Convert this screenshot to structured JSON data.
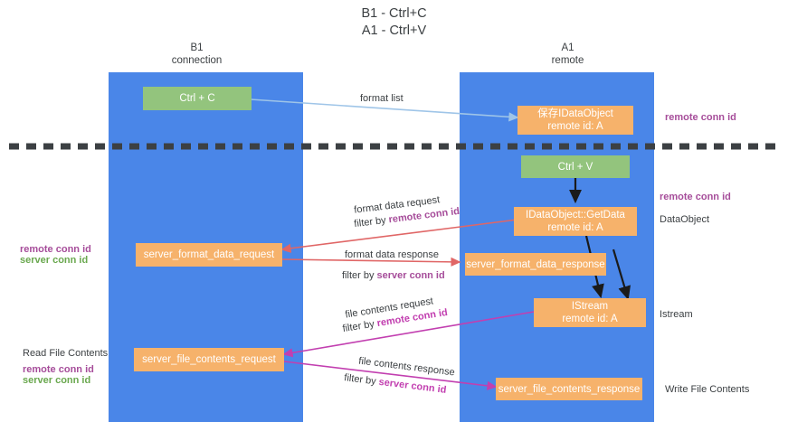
{
  "title": {
    "line1": "B1 - Ctrl+C",
    "line2": "A1 - Ctrl+V"
  },
  "lanes": [
    {
      "name": "B1",
      "sub": "connection"
    },
    {
      "name": "A1",
      "sub": "remote"
    }
  ],
  "boxes": {
    "ctrl_c": "Ctrl + C",
    "ctrl_v": "Ctrl + V",
    "store_idataobject_l1": "保存IDataObject",
    "store_idataobject_l2": "remote id: A",
    "getdata_l1": "IDataObject::GetData",
    "getdata_l2": "remote id: A",
    "istream_l1": "IStream",
    "istream_l2": "remote id: A",
    "server_format_data_request": "server_format_data_request",
    "server_format_data_response": "server_format_data_response",
    "server_file_contents_request": "server_file_contents_request",
    "server_file_contents_response": "server_file_contents_response"
  },
  "edge_labels": {
    "format_list": "format list",
    "format_data_request": "format data request",
    "format_data_request_filter_pre": "filter by ",
    "format_data_request_filter_key": "remote conn id",
    "format_data_response": "format data response",
    "format_data_response_filter_pre": "filter by ",
    "format_data_response_filter_key": "server conn id",
    "file_contents_request": "file contents request",
    "file_contents_request_filter_pre": "filter by ",
    "file_contents_request_filter_key": "remote conn id",
    "file_contents_response": "file contents response",
    "file_contents_response_filter_pre": "filter by ",
    "file_contents_response_filter_key": "server conn id"
  },
  "side_labels": {
    "right_remote_conn_id_top": "remote conn id",
    "right_remote_conn_id_mid": "remote conn id",
    "right_dataobject": "DataObject",
    "right_istream": "Istream",
    "right_write_file_contents": "Write File Contents",
    "left_remote_conn_id_mid": "remote conn id",
    "left_server_conn_id_mid": "server conn id",
    "left_read_file_contents": "Read File Contents",
    "left_remote_conn_id_bot": "remote conn id",
    "left_server_conn_id_bot": "server conn id"
  },
  "colors": {
    "lane": "#4a86e8",
    "green_box": "#93c47d",
    "orange_box": "#f6b26b",
    "divider": "#3c4043",
    "arrow_blue": "#9fc5e8",
    "arrow_red": "#e06666",
    "arrow_magenta": "#c23fb0",
    "arrow_black": "#1a1a1a",
    "text_purple": "#a64d9a",
    "text_green": "#6aa84f"
  }
}
